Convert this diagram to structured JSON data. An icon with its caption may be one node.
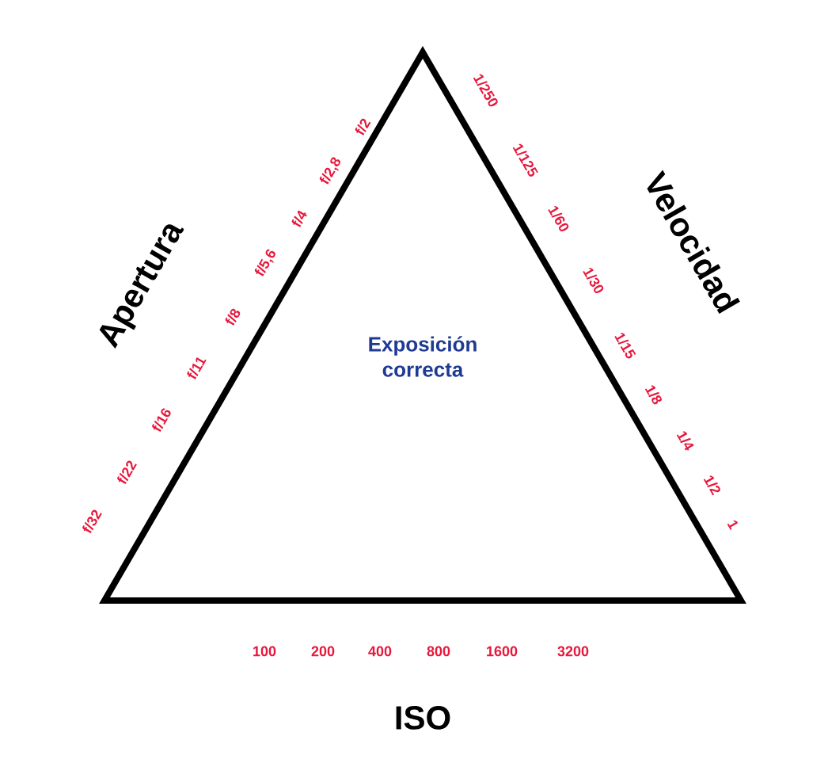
{
  "diagram": {
    "nodes": [
      {
        "text": [
          "Exposición correcta"
        ]
      }
    ],
    "labels": [
      "Apertura",
      "f/32",
      "f/22",
      "f/16",
      "f/11",
      "f/8",
      "f/5,6",
      "f/4",
      "f/2,8",
      "f/2",
      "1/250",
      "1/125",
      "1/60",
      "1/30",
      "1/15",
      "1/8",
      "1/4",
      "1/2",
      "1",
      "Velocidad",
      "100",
      "200",
      "400",
      "800",
      "1600",
      "3200",
      "ISO"
    ]
  }
}
